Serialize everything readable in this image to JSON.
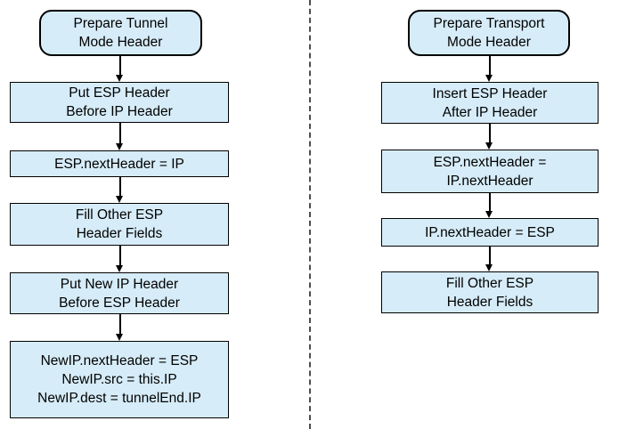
{
  "diagram": {
    "title": "ESP header preparation flowcharts",
    "colors": {
      "box_fill": "#d6ecf8",
      "box_border": "#000000",
      "text": "#000000",
      "divider": "#4d4d4d",
      "background": "#ffffff"
    },
    "tunnel_flow": {
      "start": "Prepare Tunnel\nMode Header",
      "steps": [
        "Put ESP Header\nBefore IP Header",
        "ESP.nextHeader = IP",
        "Fill Other ESP\nHeader Fields",
        "Put New IP Header\nBefore ESP Header",
        "NewIP.nextHeader = ESP\nNewIP.src = this.IP\nNewIP.dest = tunnelEnd.IP"
      ]
    },
    "transport_flow": {
      "start": "Prepare Transport\nMode Header",
      "steps": [
        "Insert ESP Header\nAfter IP Header",
        "ESP.nextHeader =\nIP.nextHeader",
        "IP.nextHeader = ESP",
        "Fill Other ESP\nHeader Fields"
      ]
    }
  }
}
